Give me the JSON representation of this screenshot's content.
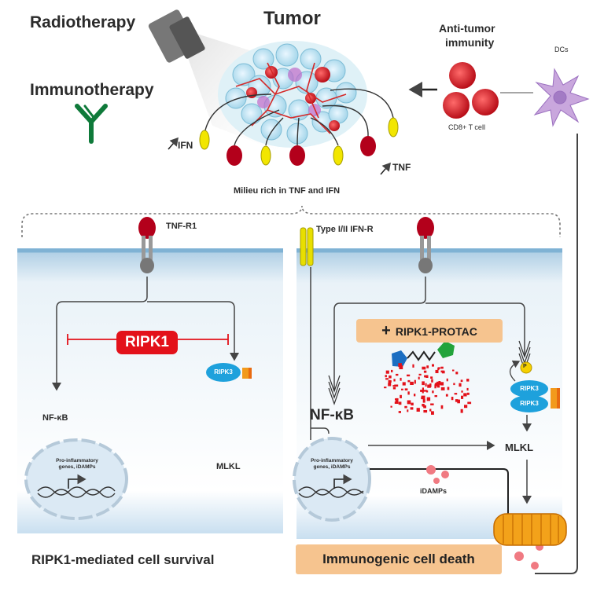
{
  "top": {
    "radiotherapy": "Radiotherapy",
    "tumor": "Tumor",
    "immunotherapy": "Immunotherapy",
    "anti_tumor": "Anti-tumor",
    "immunity": "immunity",
    "dcs": "DCs",
    "cd8": "CD8+ T cell",
    "ifn": "IFN",
    "tnf": "TNF",
    "milieu": "Milieu rich in TNF and IFN"
  },
  "left_cell": {
    "receptor": "TNF-R1",
    "ripk1": "RIPK1",
    "ripk3": "RIPK3",
    "nfkb": "NF-κB",
    "nucleus_line1": "Pro-inflammatory",
    "nucleus_line2": "genes, iDAMPs",
    "mlkl": "MLKL",
    "caption": "RIPK1-mediated cell survival"
  },
  "right_cell": {
    "receptor": "Type I/II IFN-R",
    "protac_plus": "+",
    "protac": "RIPK1-PROTAC",
    "ripk3_top": "RIPK3",
    "ripk3_bottom": "RIPK3",
    "p_label": "P",
    "nfkb": "NF-κB",
    "nucleus_line1": "Pro-inflammatory",
    "nucleus_line2": "genes, iDAMPs",
    "mlkl": "MLKL",
    "idamps": "iDAMPs",
    "caption": "Immunogenic cell death"
  },
  "colors": {
    "ripk1_red": "#e3111a",
    "ripk3_blue": "#1ea1dc",
    "protac_orange": "#f6c48f",
    "membrane_blue": "#bcd8ea",
    "receptor_red": "#b3001b",
    "ifn_yellow": "#f2e600",
    "antibody_green": "#0f7a3a",
    "dc_purple": "#b48ad0"
  },
  "icons": [
    "radiation-source-icon",
    "antibody-icon",
    "dendritic-cell-icon",
    "t-cell-icon",
    "receptor-icon",
    "dna-icon",
    "gasdermin-pore-icon"
  ]
}
